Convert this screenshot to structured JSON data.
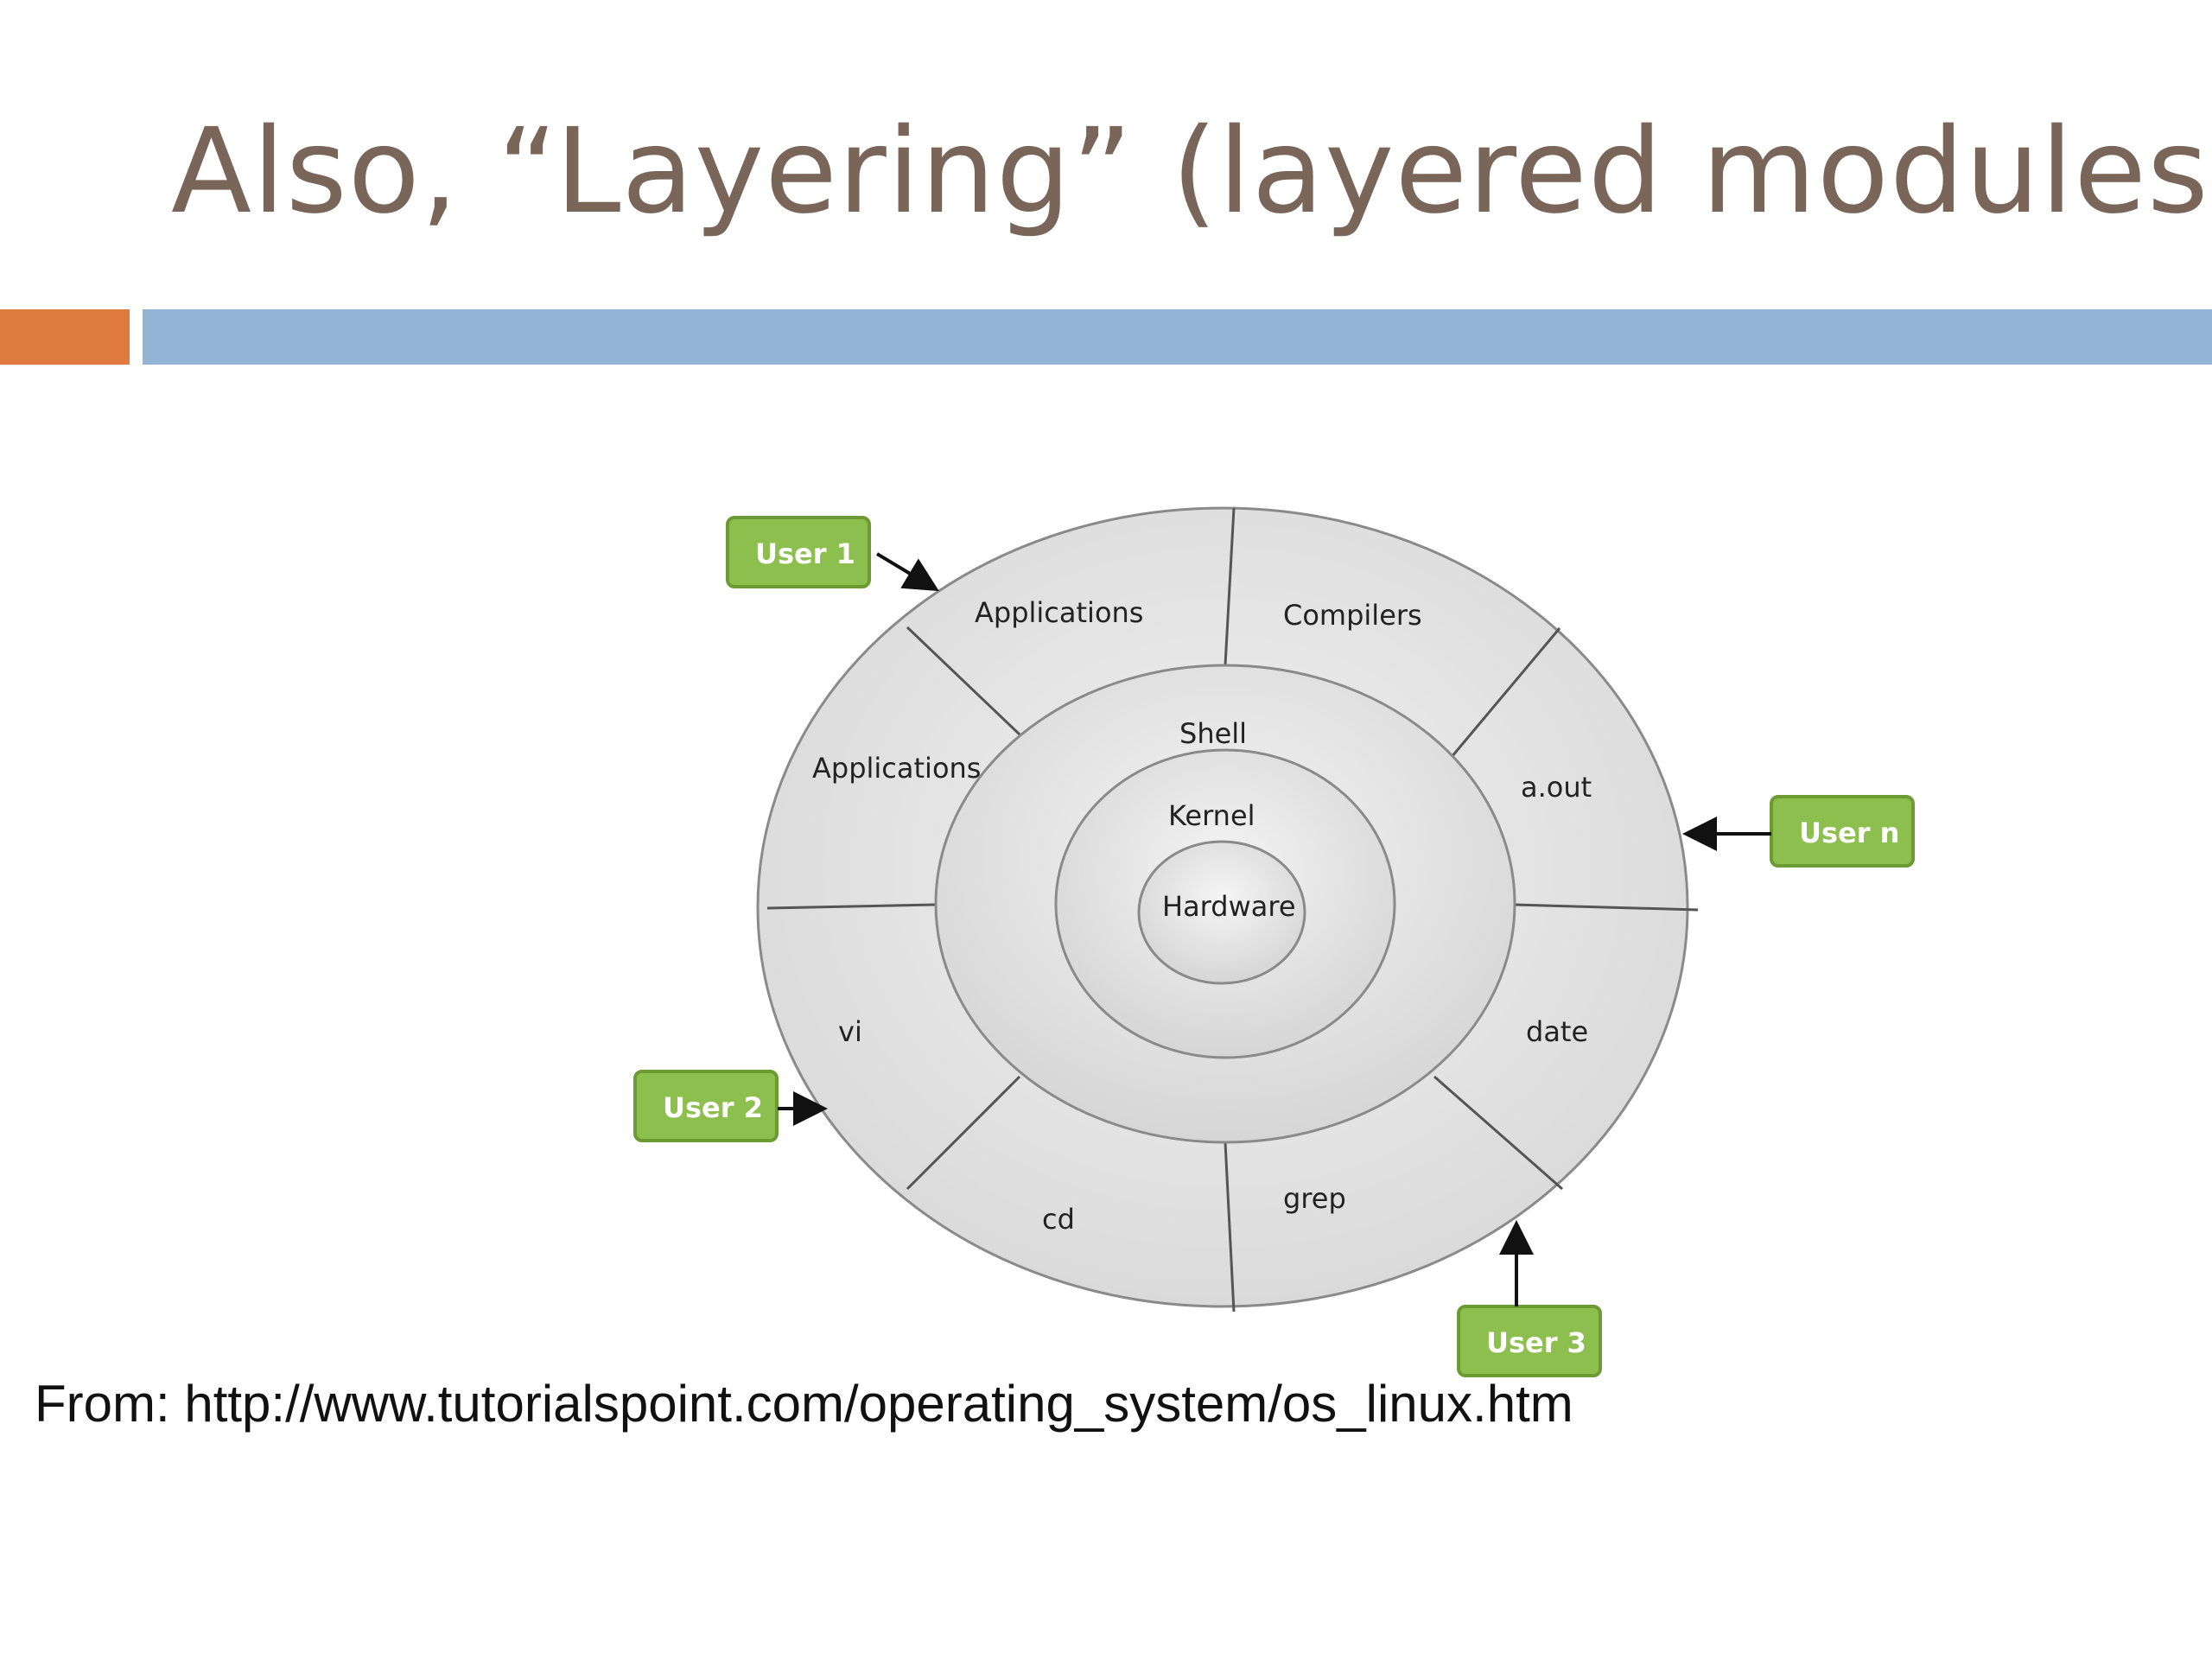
{
  "slide": {
    "title": "Also, “Layering” (layered modules)",
    "source": "From: http://www.tutorialspoint.com/operating_system/os_linux.htm"
  },
  "colors": {
    "title": "#7a6659",
    "accent_orange": "#e07b3f",
    "accent_blue": "#93b4d4",
    "user_box_fill": "#8dbf4f",
    "user_box_stroke": "#6c9a33",
    "ring_fill": "#e1e1e1",
    "ring_stroke": "#8a8a8a"
  },
  "diagram": {
    "layers": {
      "outer": "Applications",
      "shell": "Shell",
      "kernel": "Kernel",
      "hardware": "Hardware"
    },
    "outer_segments": [
      "Applications",
      "Compilers",
      "a.out",
      "date",
      "grep",
      "cd",
      "vi",
      "Applications"
    ],
    "users": [
      "User 1",
      "User n",
      "User 2",
      "User 3"
    ]
  }
}
